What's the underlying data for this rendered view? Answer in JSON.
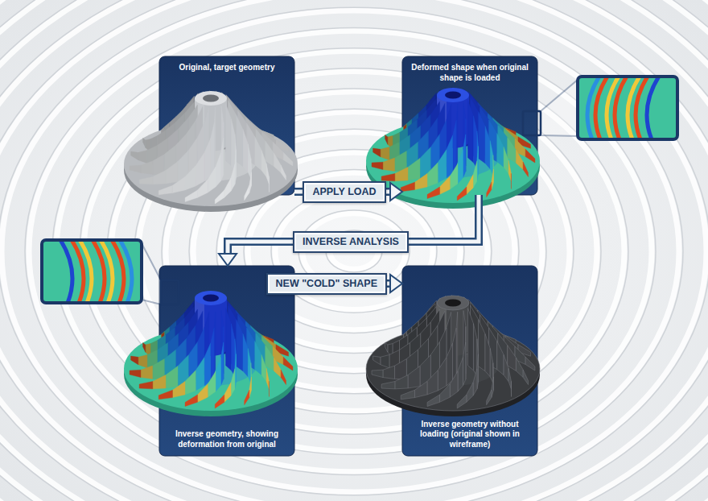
{
  "diagram": {
    "nodes": [
      {
        "text": [
          "Original, target geometry"
        ]
      },
      {
        "text": [
          "Deformed shape when original shape is loaded"
        ]
      },
      {
        "text": [
          "Inverse geometry, showing deformation from original"
        ]
      },
      {
        "text": [
          "Inverse geometry without loading (original shown in wireframe)"
        ]
      }
    ],
    "edges": [
      {
        "from": 0,
        "to": 1,
        "arrow": "to",
        "label": "APPLY LOAD"
      },
      {
        "from": 1,
        "to": 2,
        "arrow": "to",
        "label": "INVERSE ANALYSIS"
      },
      {
        "from": 2,
        "to": 3,
        "arrow": "to",
        "label": "NEW \"COLD\" SHAPE"
      }
    ]
  }
}
